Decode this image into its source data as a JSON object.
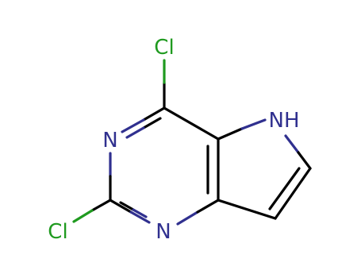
{
  "molecule": {
    "atoms": {
      "cl_top": "Cl",
      "cl_bottom": "Cl",
      "n_ring_top": "N",
      "n_ring_bottom": "N",
      "nh_pyrrole": "NH"
    },
    "colors": {
      "carbon_bond": "#000000",
      "nitrogen": "#30308F",
      "chlorine": "#1F9A1F"
    }
  }
}
